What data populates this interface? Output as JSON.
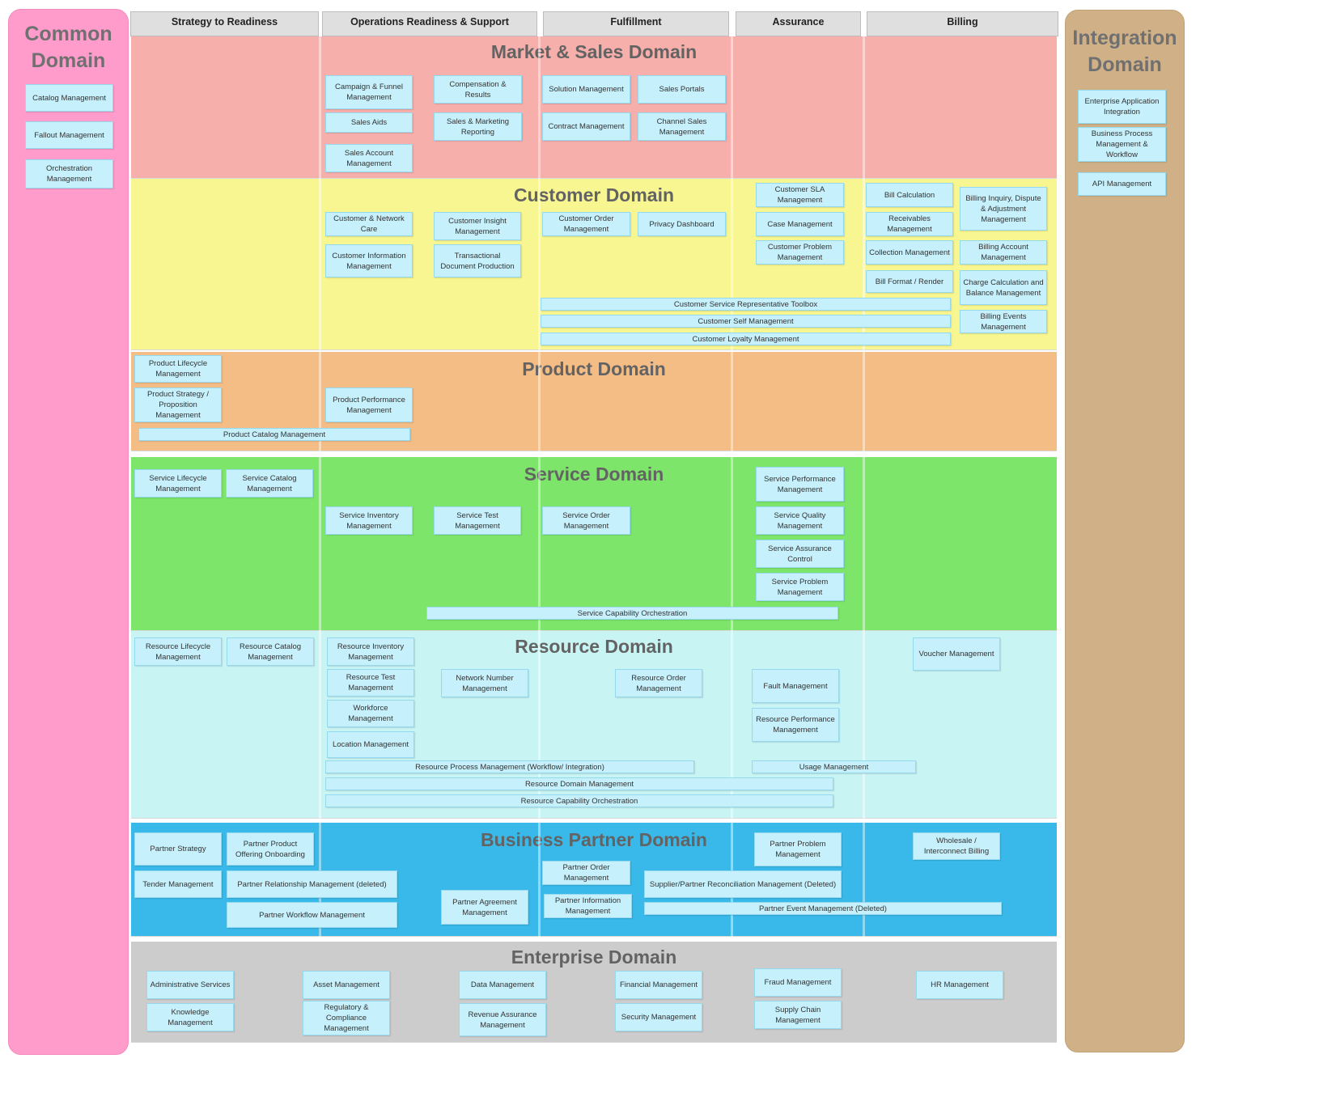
{
  "colors": {
    "common": "#ff9ccb",
    "integration": "#d0b187",
    "market": "#f7afac",
    "customer": "#f7f691",
    "product": "#f5bd86",
    "service": "#7de66a",
    "resource": "#c8f4f4",
    "partner": "#38b9ea",
    "enterprise": "#cccccc",
    "box": "#c6f0fb",
    "header": "#dfdfdf"
  },
  "common": {
    "title": "Common\nDomain",
    "items": [
      "Catalog Management",
      "Fallout Management",
      "Orchestration Management"
    ]
  },
  "integration": {
    "title": "Integration\nDomain",
    "items": [
      "Enterprise Application Integration",
      "Business Process Management & Workflow",
      "API Management"
    ]
  },
  "columns": [
    "Strategy to Readiness",
    "Operations Readiness & Support",
    "Fulfillment",
    "Assurance",
    "Billing"
  ],
  "domains": {
    "market": {
      "title": "Market & Sales Domain",
      "items": [
        "Campaign & Funnel Management",
        "Sales Aids",
        "Sales Account Management",
        "Compensation & Results",
        "Sales & Marketing Reporting",
        "Solution Management",
        "Contract Management",
        "Sales Portals",
        "Channel Sales Management"
      ]
    },
    "customer": {
      "title": "Customer Domain",
      "items": [
        "Customer & Network Care",
        "Customer Information Management",
        "Customer Insight Management",
        "Transactional Document Production",
        "Customer Order Management",
        "Privacy Dashboard",
        "Customer SLA Management",
        "Case Management",
        "Customer Problem Management",
        "Bill Calculation",
        "Receivables Management",
        "Collection Management",
        "Bill Format / Render",
        "Billing Inquiry, Dispute & Adjustment Management",
        "Billing Account Management",
        "Charge Calculation and Balance Management",
        "Billing Events Management",
        "Customer Service Representative Toolbox",
        "Customer Self Management",
        "Customer Loyalty Management"
      ]
    },
    "product": {
      "title": "Product Domain",
      "items": [
        "Product Lifecycle Management",
        "Product Strategy / Proposition Management",
        "Product Performance Management",
        "Product Catalog Management"
      ]
    },
    "service": {
      "title": "Service Domain",
      "items": [
        "Service Lifecycle Management",
        "Service Catalog Management",
        "Service Inventory Management",
        "Service Test Management",
        "Service Order Management",
        "Service Performance Management",
        "Service Quality Management",
        "Service Assurance Control",
        "Service Problem Management",
        "Service Capability Orchestration"
      ]
    },
    "resource": {
      "title": "Resource Domain",
      "items": [
        "Resource Lifecycle Management",
        "Resource Catalog Management",
        "Resource Inventory Management",
        "Resource Test Management",
        "Workforce Management",
        "Location Management",
        "Network Number Management",
        "Resource Order Management",
        "Fault Management",
        "Resource Performance Management",
        "Voucher Management",
        "Resource Process Management (Workflow/ Integration)",
        "Usage Management",
        "Resource Domain Management",
        "Resource Capability Orchestration"
      ]
    },
    "partner": {
      "title": "Business Partner Domain",
      "items": [
        "Partner Strategy",
        "Partner Product Offering Onboarding",
        "Tender Management",
        "Partner Relationship Management (deleted)",
        "Partner Workflow Management",
        "Partner Agreement Management",
        "Partner Order Management",
        "Partner Information Management",
        "Partner Problem Management",
        "Supplier/Partner Reconciliation Management (Deleted)",
        "Partner Event Management (Deleted)",
        "Wholesale / Interconnect Billing"
      ]
    },
    "enterprise": {
      "title": "Enterprise Domain",
      "items": [
        "Administrative Services",
        "Knowledge Management",
        "Asset Management",
        "Regulatory & Compliance Management",
        "Data Management",
        "Revenue Assurance Management",
        "Financial Management",
        "Security Management",
        "Fraud Management",
        "Supply Chain Management",
        "HR Management"
      ]
    }
  }
}
